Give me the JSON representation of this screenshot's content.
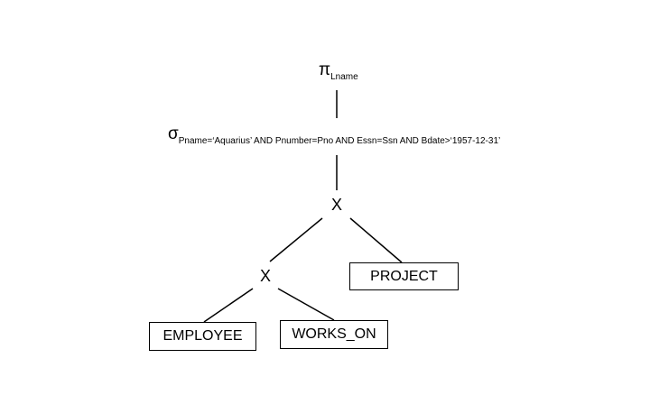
{
  "tree": {
    "projection": {
      "symbol": "π",
      "attributes": "Lname"
    },
    "selection": {
      "symbol": "σ",
      "condition": "Pname=‘Aquarius’ AND Pnumber=Pno AND Essn=Ssn AND Bdate>‘1957-12-31’"
    },
    "top_product": {
      "symbol": "X"
    },
    "bottom_product": {
      "symbol": "X"
    },
    "relations": {
      "project": "PROJECT",
      "employee": "EMPLOYEE",
      "works_on": "WORKS_ON"
    }
  }
}
